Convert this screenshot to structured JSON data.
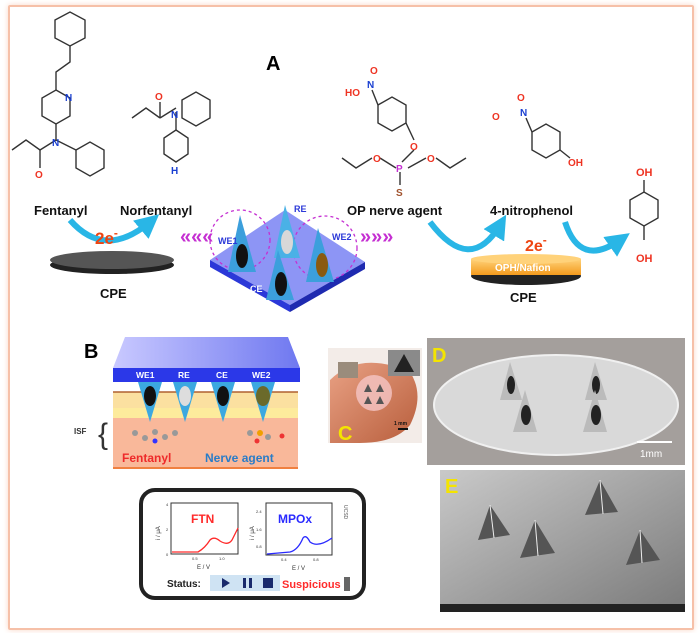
{
  "panel_labels": {
    "a": "A",
    "b": "B",
    "c": "C",
    "d": "D",
    "e": "E"
  },
  "panel_a": {
    "compounds": {
      "fentanyl": "Fentanyl",
      "norfentanyl": "Norfentanyl",
      "op_nerve_agent": "OP nerve agent",
      "nitrophenol": "4-nitrophenol"
    },
    "electron_label": "2e",
    "electron_superscript": "-",
    "electrode_left": "CPE",
    "electrode_right": "CPE",
    "enzyme_layer": "OPH/Nafion",
    "device_electrodes": [
      "WE1",
      "RE",
      "WE2",
      "CE"
    ],
    "atoms": {
      "n": "N",
      "nh": "NH",
      "h": "H",
      "o": "O",
      "ho": "HO",
      "p": "P",
      "s": "S",
      "oh": "OH",
      "no2_n": "N",
      "o_minus": "O"
    },
    "arrows_left": "«««",
    "arrows_right": "»»»"
  },
  "panel_b": {
    "electrodes": [
      "WE1",
      "RE",
      "CE",
      "WE2"
    ],
    "isf_label": "ISF",
    "fentanyl_label": "Fentanyl",
    "nerve_agent_label": "Nerve agent",
    "colors": {
      "fentanyl": "#ee2a2a",
      "nerve_agent": "#2a7cc7",
      "patch": "#3a4fe0"
    }
  },
  "panel_c": {
    "scale_bar": "1 mm"
  },
  "panel_d": {
    "scale_bar": "1mm"
  },
  "phone": {
    "plot_left": {
      "title": "FTN",
      "ylabel": "i / μA",
      "xlabel": "E / V",
      "yticks": [
        "0",
        "2",
        "4"
      ],
      "xticks": [
        "0.5",
        "1.0"
      ],
      "color": "#ff2a2a"
    },
    "plot_right": {
      "title": "MPOx",
      "ylabel": "i / μA",
      "xlabel": "E / V",
      "yticks": [
        "0.8",
        "1.6",
        "2.4"
      ],
      "xticks": [
        "0.4",
        "0.8"
      ],
      "color": "#2a2aff"
    },
    "status_label": "Status:",
    "status_value": "Suspicious",
    "side_text": "UCSD",
    "buttons": [
      "play",
      "pause",
      "stop"
    ]
  }
}
